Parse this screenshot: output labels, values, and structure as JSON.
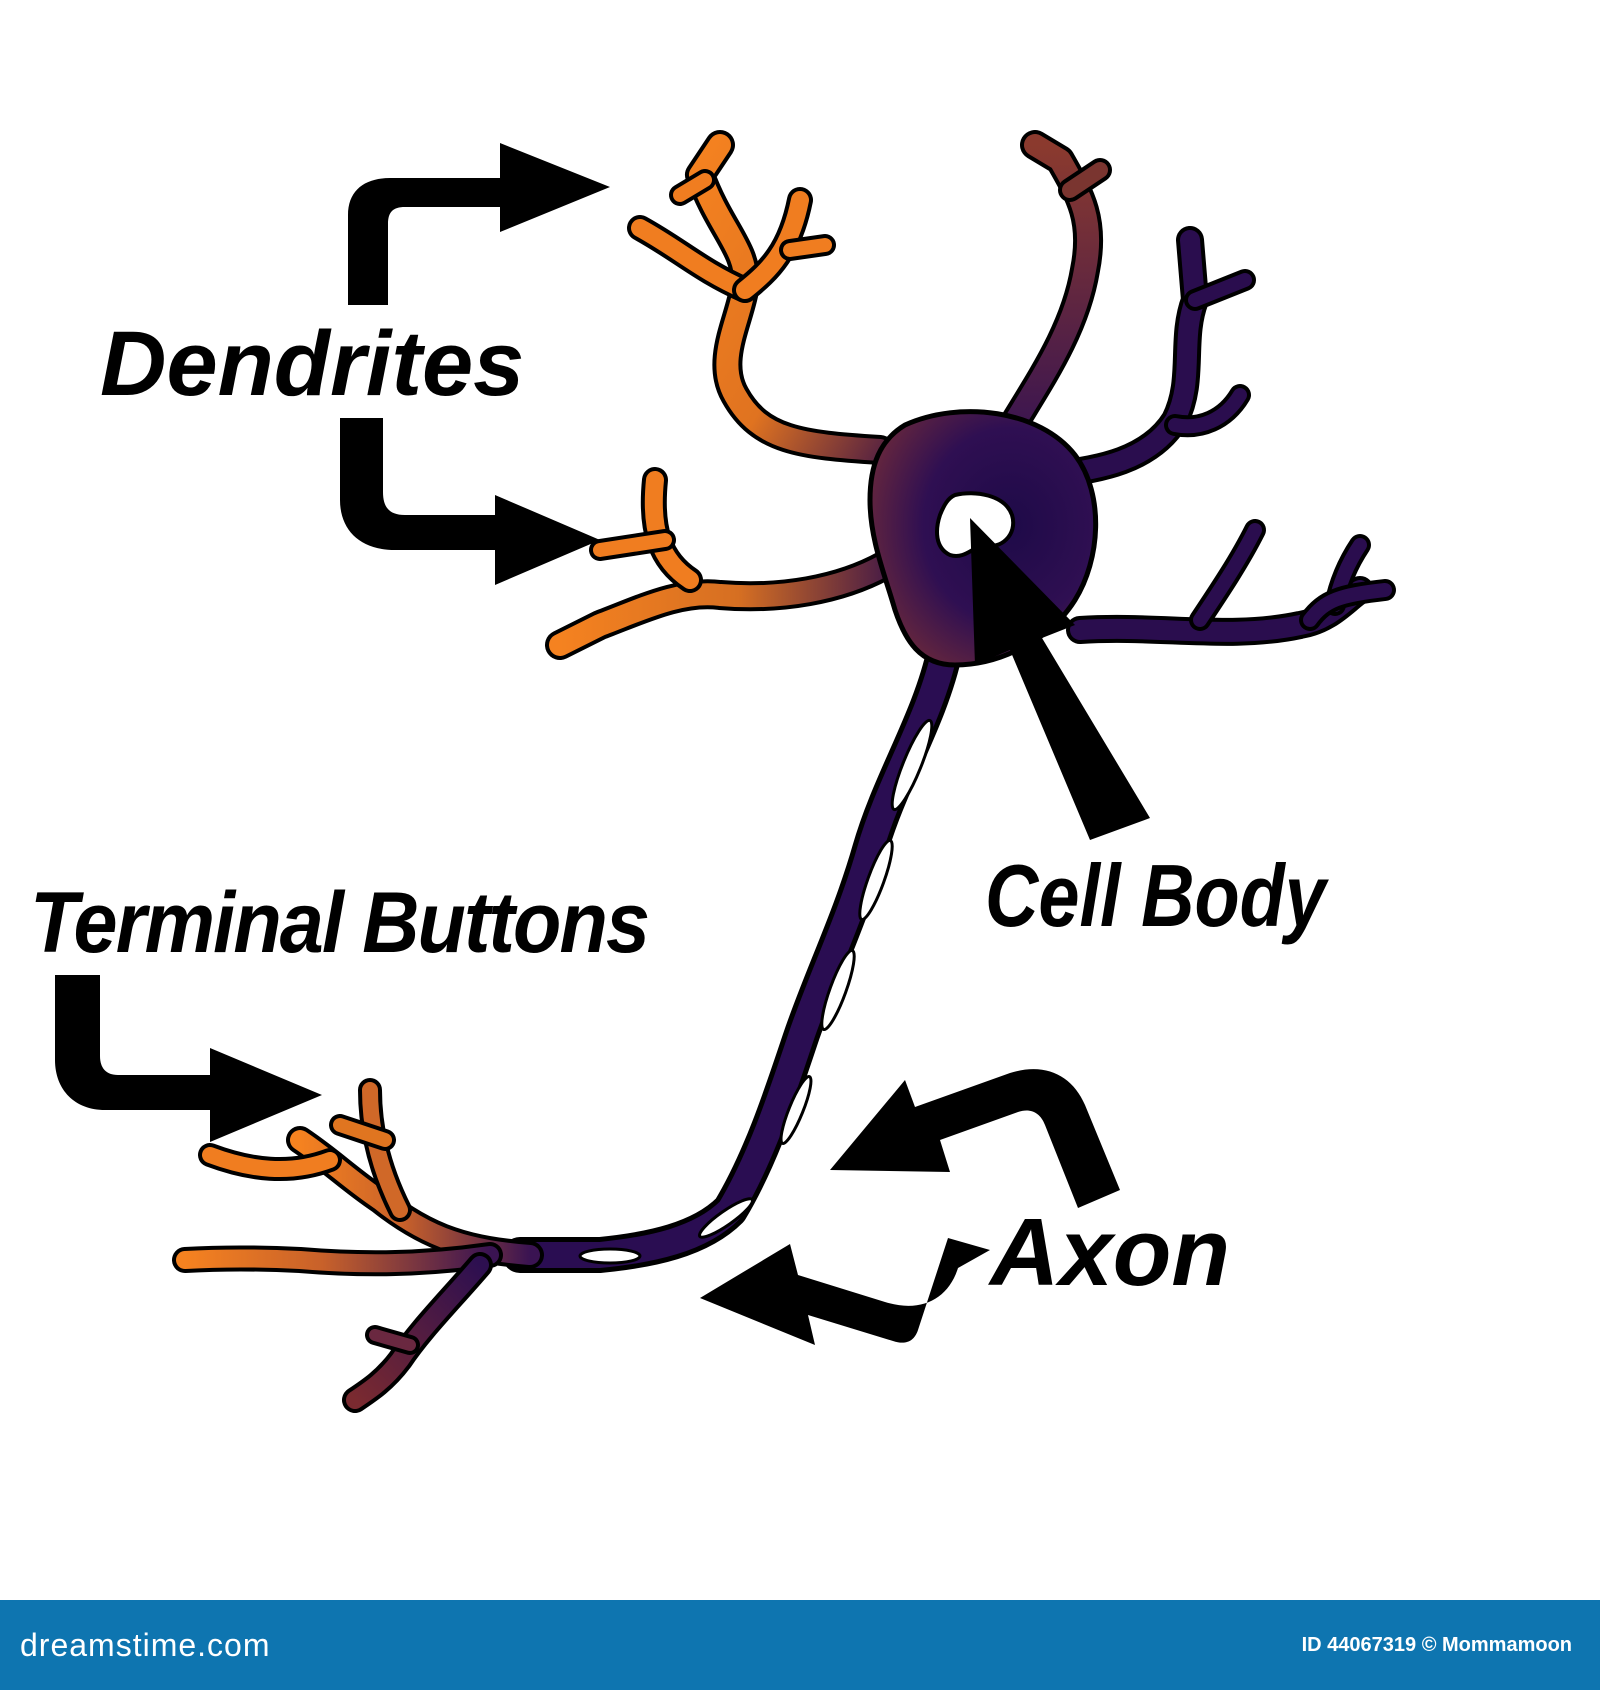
{
  "labels": {
    "dendrites": "Dendrites",
    "terminal_buttons": "Terminal Buttons",
    "cell_body": "Cell Body",
    "axon": "Axon"
  },
  "footer": {
    "brand": "dreamstime.com",
    "credit": "ID 44067319 © Mommamoon"
  },
  "colors": {
    "dendrite_orange": "#f57f17",
    "soma_purple": "#2a0d4e",
    "soma_brown": "#6b2a3a",
    "arrow": "#000000",
    "footer_bg": "#0e75b0"
  }
}
